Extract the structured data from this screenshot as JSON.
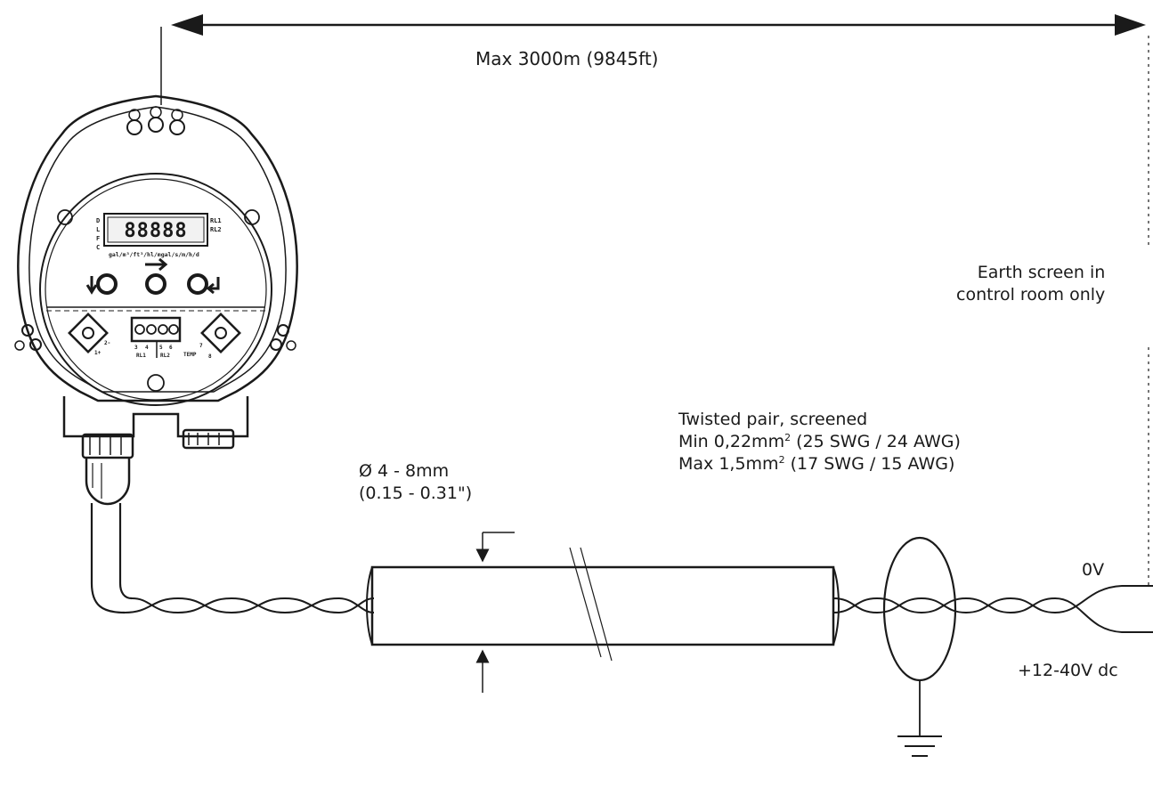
{
  "distance": {
    "label": "Max 3000m  (9845ft)"
  },
  "earth_note": {
    "line1": "Earth screen in",
    "line2": "control room only"
  },
  "cable_spec": {
    "line1": "Twisted pair, screened",
    "line2_pre": "Min 0,22mm",
    "line2_sup": "2",
    "line2_post": " (25 SWG / 24 AWG)",
    "line3_pre": "Max 1,5mm",
    "line3_sup": "2",
    "line3_post": "  (17 SWG / 15 AWG)"
  },
  "diameter": {
    "line1": "Ø 4 - 8mm",
    "line2": "(0.15 - 0.31\")"
  },
  "terminals": {
    "zero_volt": "0V",
    "supply": "+12-40V dc"
  },
  "device": {
    "display_digits": "88888",
    "left_letters": [
      "D",
      "L",
      "F",
      "C"
    ],
    "right_labels": [
      "RL1",
      "RL2"
    ],
    "units_row": "gal/m³/ft³/hl/mgal/s/m/h/d",
    "relay_labels": [
      "RL1",
      "RL2"
    ],
    "terminal_numbers": [
      "3",
      "4",
      "5",
      "6"
    ],
    "temp_label": "TEMP",
    "temp_numbers": [
      "7",
      "8"
    ],
    "power_numbers": [
      "1+",
      "2-"
    ]
  }
}
